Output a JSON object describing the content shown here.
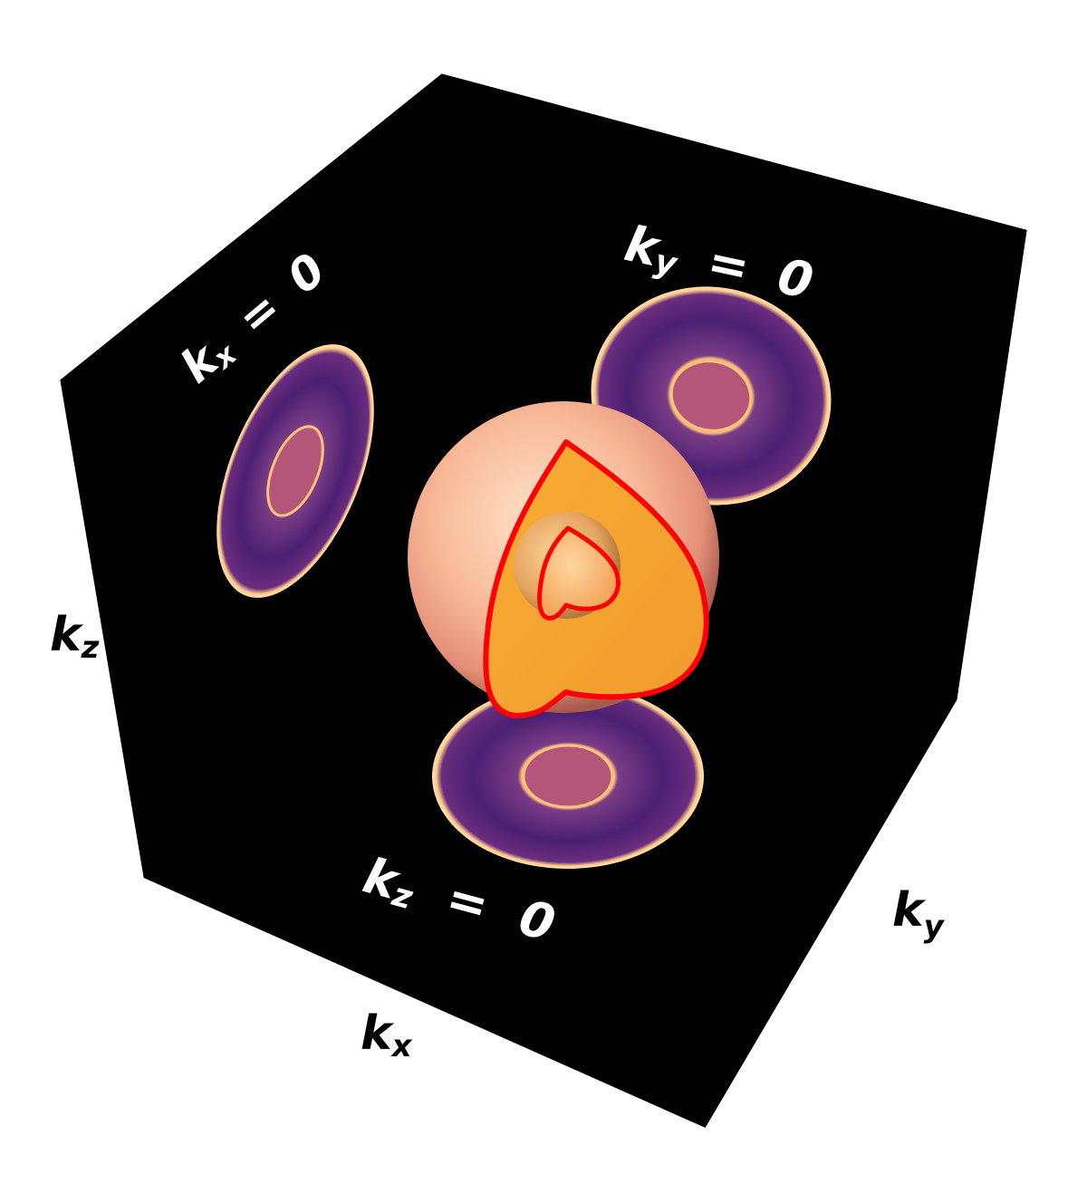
{
  "figure": {
    "type": "3d-momentum-space-fermi-surface",
    "axis_labels": {
      "kz": {
        "base": "k",
        "sub": "z"
      },
      "kx": {
        "base": "k",
        "sub": "x"
      },
      "ky": {
        "base": "k",
        "sub": "y"
      }
    },
    "plane_labels": {
      "kx0": {
        "base": "k",
        "sub": "x",
        "eq": "=",
        "val": "0"
      },
      "ky0": {
        "base": "k",
        "sub": "y",
        "eq": "=",
        "val": "0"
      },
      "kz0": {
        "base": "k",
        "sub": "z",
        "eq": "=",
        "val": "0"
      }
    },
    "colors": {
      "background": "#000000",
      "page": "#ffffff",
      "ring_fill": "#4b1f72",
      "ring_edge": "#f5b06a",
      "ring_inner": "#c85a7a",
      "sphere_light": "#ffd7b8",
      "sphere_dark": "#d9806a",
      "cutaway": "#f4a431",
      "contour": "#ff0000"
    }
  }
}
